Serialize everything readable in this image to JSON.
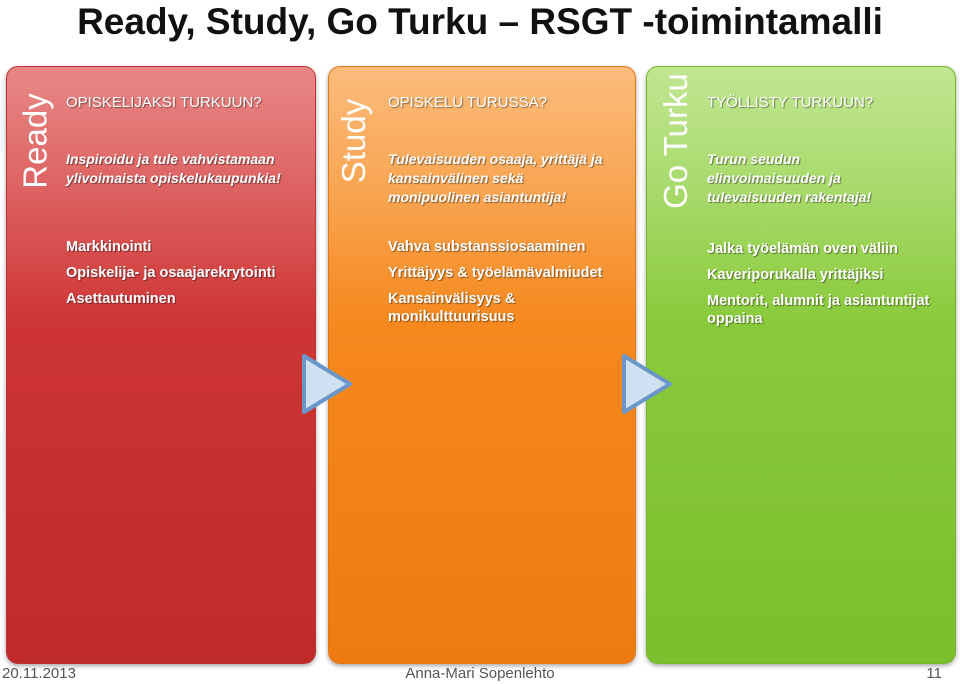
{
  "title": "Ready, Study, Go Turku – RSGT -toimintamalli",
  "colors": {
    "ready": "#cf3535",
    "study": "#f6891f",
    "go_turku": "#8acb3c"
  },
  "panels": [
    {
      "label": "Ready",
      "heading": "OPISKELIJAKSI TURKUUN?",
      "intro": "Inspiroidu ja tule vahvistamaan ylivoimaista opiskelukaupunkia!",
      "items": [
        "Markkinointi",
        "Opiskelija- ja osaajarekrytointi",
        "Asettautuminen"
      ]
    },
    {
      "label": "Study",
      "heading": "OPISKELU TURUSSA?",
      "intro": "Tulevaisuuden osaaja, yrittäjä ja kansainvälinen sekä monipuolinen asiantuntija!",
      "items": [
        "Vahva substanssiosaaminen",
        "Yrittäjyys & työelämävalmiudet",
        "Kansainvälisyys & monikulttuurisuus"
      ]
    },
    {
      "label": "Go Turku",
      "heading": "TYÖLLISTY TURKUUN?",
      "intro": "Turun seudun elinvoimaisuuden ja tulevaisuuden rakentaja!",
      "items": [
        "Jalka työelämän oven väliin",
        "Kaveriporukalla yrittäjiksi",
        "Mentorit, alumnit ja asiantuntijat oppaina"
      ]
    }
  ],
  "arrow_icon": "play-arrow-icon",
  "footer": {
    "date": "20.11.2013",
    "author": "Anna-Mari Sopenlehto",
    "page": "11"
  }
}
